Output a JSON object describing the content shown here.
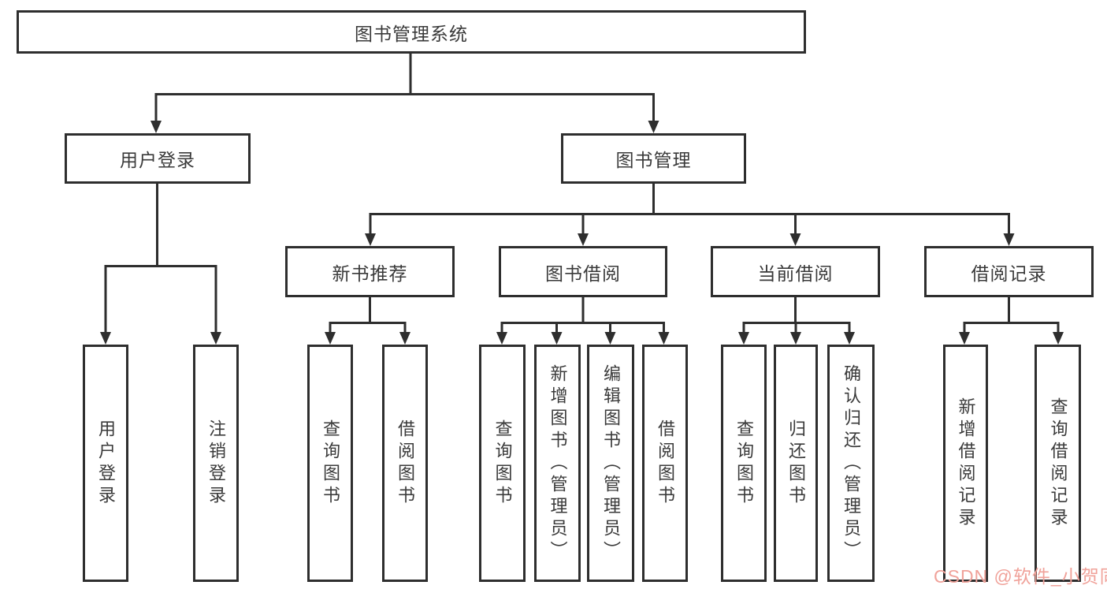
{
  "diagram_title": "图书管理系统",
  "tree": {
    "root": {
      "label": "图书管理系统",
      "children": [
        {
          "label": "用户登录",
          "children": [
            {
              "label": "用户登录"
            },
            {
              "label": "注销登录"
            }
          ]
        },
        {
          "label": "图书管理",
          "children": [
            {
              "label": "新书推荐",
              "children": [
                {
                  "label": "查询图书"
                },
                {
                  "label": "借阅图书"
                }
              ]
            },
            {
              "label": "图书借阅",
              "children": [
                {
                  "label": "查询图书"
                },
                {
                  "label": "新增图书（管理员）"
                },
                {
                  "label": "编辑图书（管理员）"
                },
                {
                  "label": "借阅图书"
                }
              ]
            },
            {
              "label": "当前借阅",
              "children": [
                {
                  "label": "查询图书"
                },
                {
                  "label": "归还图书"
                },
                {
                  "label": "确认归还（管理员）"
                }
              ]
            },
            {
              "label": "借阅记录",
              "children": [
                {
                  "label": "新增借阅记录"
                },
                {
                  "label": "查询借阅记录"
                }
              ]
            }
          ]
        }
      ]
    }
  },
  "watermark": {
    "text": "CSDN @软件_小贺同学",
    "color": "#f0a29a"
  },
  "colors": {
    "line": "#2e2e2e",
    "box_border": "#2e2e2e",
    "text": "#3a3a3a",
    "background": "#ffffff"
  }
}
